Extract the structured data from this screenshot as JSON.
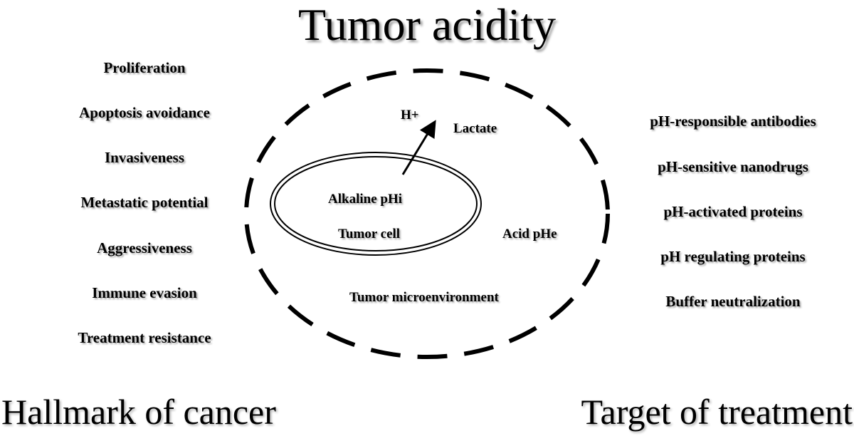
{
  "title": "Tumor acidity",
  "hallmarks": {
    "heading": "Hallmark of cancer",
    "items": [
      "Proliferation",
      "Apoptosis avoidance",
      "Invasiveness",
      "Metastatic potential",
      "Aggressiveness",
      "Immune evasion",
      "Treatment resistance"
    ]
  },
  "targets": {
    "heading": "Target of treatment",
    "items": [
      "pH-responsible antibodies",
      "pH-sensitive nanodrugs",
      "pH-activated proteins",
      "pH regulating proteins",
      "Buffer neutralization"
    ]
  },
  "diagram": {
    "proton": "H+",
    "lactate": "Lactate",
    "intracellular_ph": "Alkaline pHi",
    "cell": "Tumor cell",
    "extracellular_ph": "Acid pHe",
    "microenvironment": "Tumor microenvironment"
  }
}
